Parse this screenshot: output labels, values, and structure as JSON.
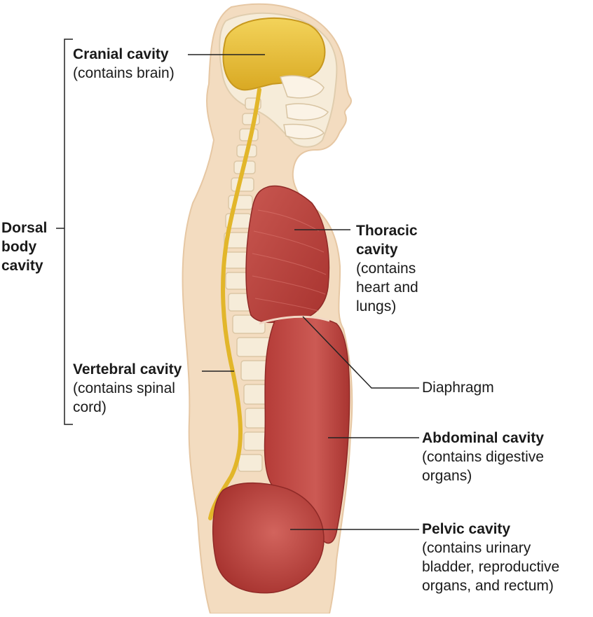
{
  "labels": {
    "dorsal_body_cavity": "Dorsal\nbody\ncavity",
    "cranial": {
      "title": "Cranial cavity",
      "desc": "(contains brain)"
    },
    "thoracic": {
      "title": "Thoracic\ncavity",
      "desc": "(contains\nheart and\nlungs)"
    },
    "vertebral": {
      "title": "Vertebral cavity",
      "desc": "(contains spinal\ncord)"
    },
    "diaphragm": "Diaphragm",
    "abdominal": {
      "title": "Abdominal cavity",
      "desc": "(contains digestive\norgans)"
    },
    "pelvic": {
      "title": "Pelvic cavity",
      "desc": "(contains urinary\nbladder, reproductive\norgans, and rectum)"
    }
  },
  "colors": {
    "skin": "#f3dcc0",
    "skin_edge": "#e6c7a3",
    "bone": "#f6ecd9",
    "brain": "#e9c13d",
    "spinal_cord": "#e2b62a",
    "organ": "#b8413e",
    "organ_light": "#cf5e58",
    "leader_line": "#222222"
  }
}
